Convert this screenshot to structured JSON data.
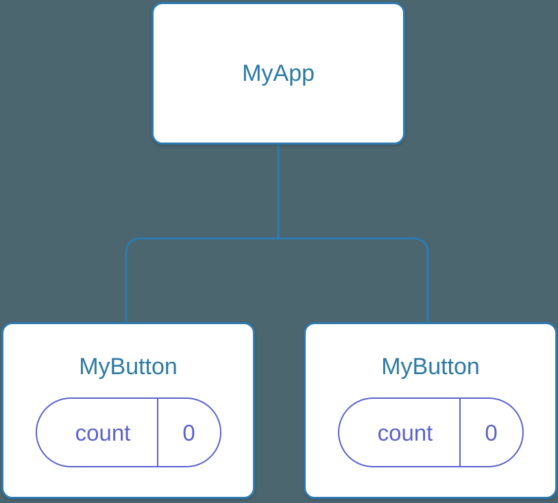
{
  "diagram": {
    "type": "component-tree",
    "background_color": "#4c6670",
    "node_border_color": "#2e7ab0",
    "node_title_color": "#2d7aa5",
    "state_accent_color": "#5a62cc",
    "edge_color": "#2e7ab0",
    "root": {
      "label": "MyApp"
    },
    "children": [
      {
        "label": "MyButton",
        "state": {
          "key": "count",
          "value": "0"
        }
      },
      {
        "label": "MyButton",
        "state": {
          "key": "count",
          "value": "0"
        }
      }
    ]
  }
}
